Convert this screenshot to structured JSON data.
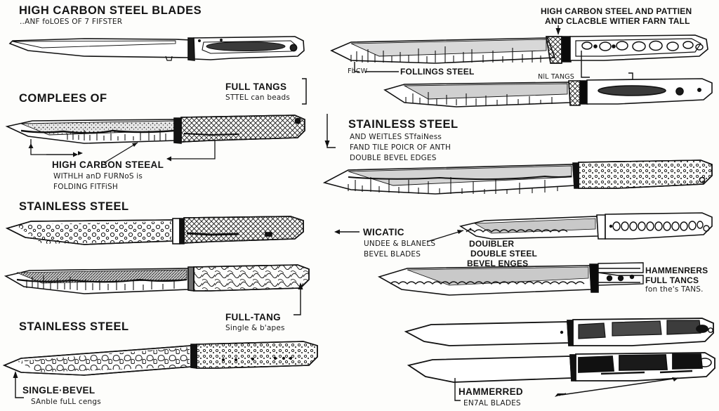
{
  "document": {
    "kind": "hand-drawn technical illustration",
    "subject": "knife blade types and tang construction diagram",
    "background_color": "#fdfdfb",
    "ink_color": "#111111"
  },
  "left_column": {
    "section1": {
      "title": "HIGH CARBON STEEL BLADES",
      "subtitle": "..ANF foLOES OF 7 FIFSTER"
    },
    "section1_callout": {
      "title": "FULL TANGS",
      "subtitle": "STTEL can beads"
    },
    "section2": {
      "title": "COMPLEES OF"
    },
    "section2_callout": {
      "title": "HIGH CARBON STEEAL",
      "line2": "WITHLH anD FURNoS is",
      "line3": "FOLDING FITFiSH"
    },
    "section3": {
      "title": "STAINLESS STEEL"
    },
    "section3_callout": {
      "title": "FULL-TANG",
      "subtitle": "Single & b'apes"
    },
    "section4": {
      "title": "STAINLESS STEEL"
    },
    "section4_callout": {
      "title": "SINGLE·BEVEL",
      "subtitle": "SAnble fuLL cengs"
    }
  },
  "right_column": {
    "knife1_callout_top": {
      "line1": "HIGH CARBON STEEL AND PATTIEN",
      "line2": "AND CLACBLE WITIER FARN TALL"
    },
    "knife1_callout_left": {
      "prefix": "FbCW",
      "label": "FOLLINGS STEEL"
    },
    "knife1_callout_bottom": {
      "label": "NlL TANGS"
    },
    "section_stainless": {
      "title": "STAINLESS STEEL",
      "line2": "AND WEITLES STfaiNess",
      "line3": "FAND TILE POICR OF ANTH",
      "line4": "DOUBLE BEVEL EDGES"
    },
    "wicatic_callout": {
      "title": "WICATIC",
      "line2": "UNDEE & BLANELS",
      "line3": "BEVEL BLADES"
    },
    "doubler_callout": {
      "line1": "DOUIBLER",
      "line2": "DOUBLE STEEL",
      "line3": "BEVEL ENGES"
    },
    "hammenrers_callout": {
      "line1": "HAMMENRERS",
      "line2": "FULL TANCS",
      "line3": "fon the's TANS."
    },
    "hammerred_callout": {
      "title": "HAMMERRED",
      "subtitle": "EN7AL BLADES"
    }
  }
}
